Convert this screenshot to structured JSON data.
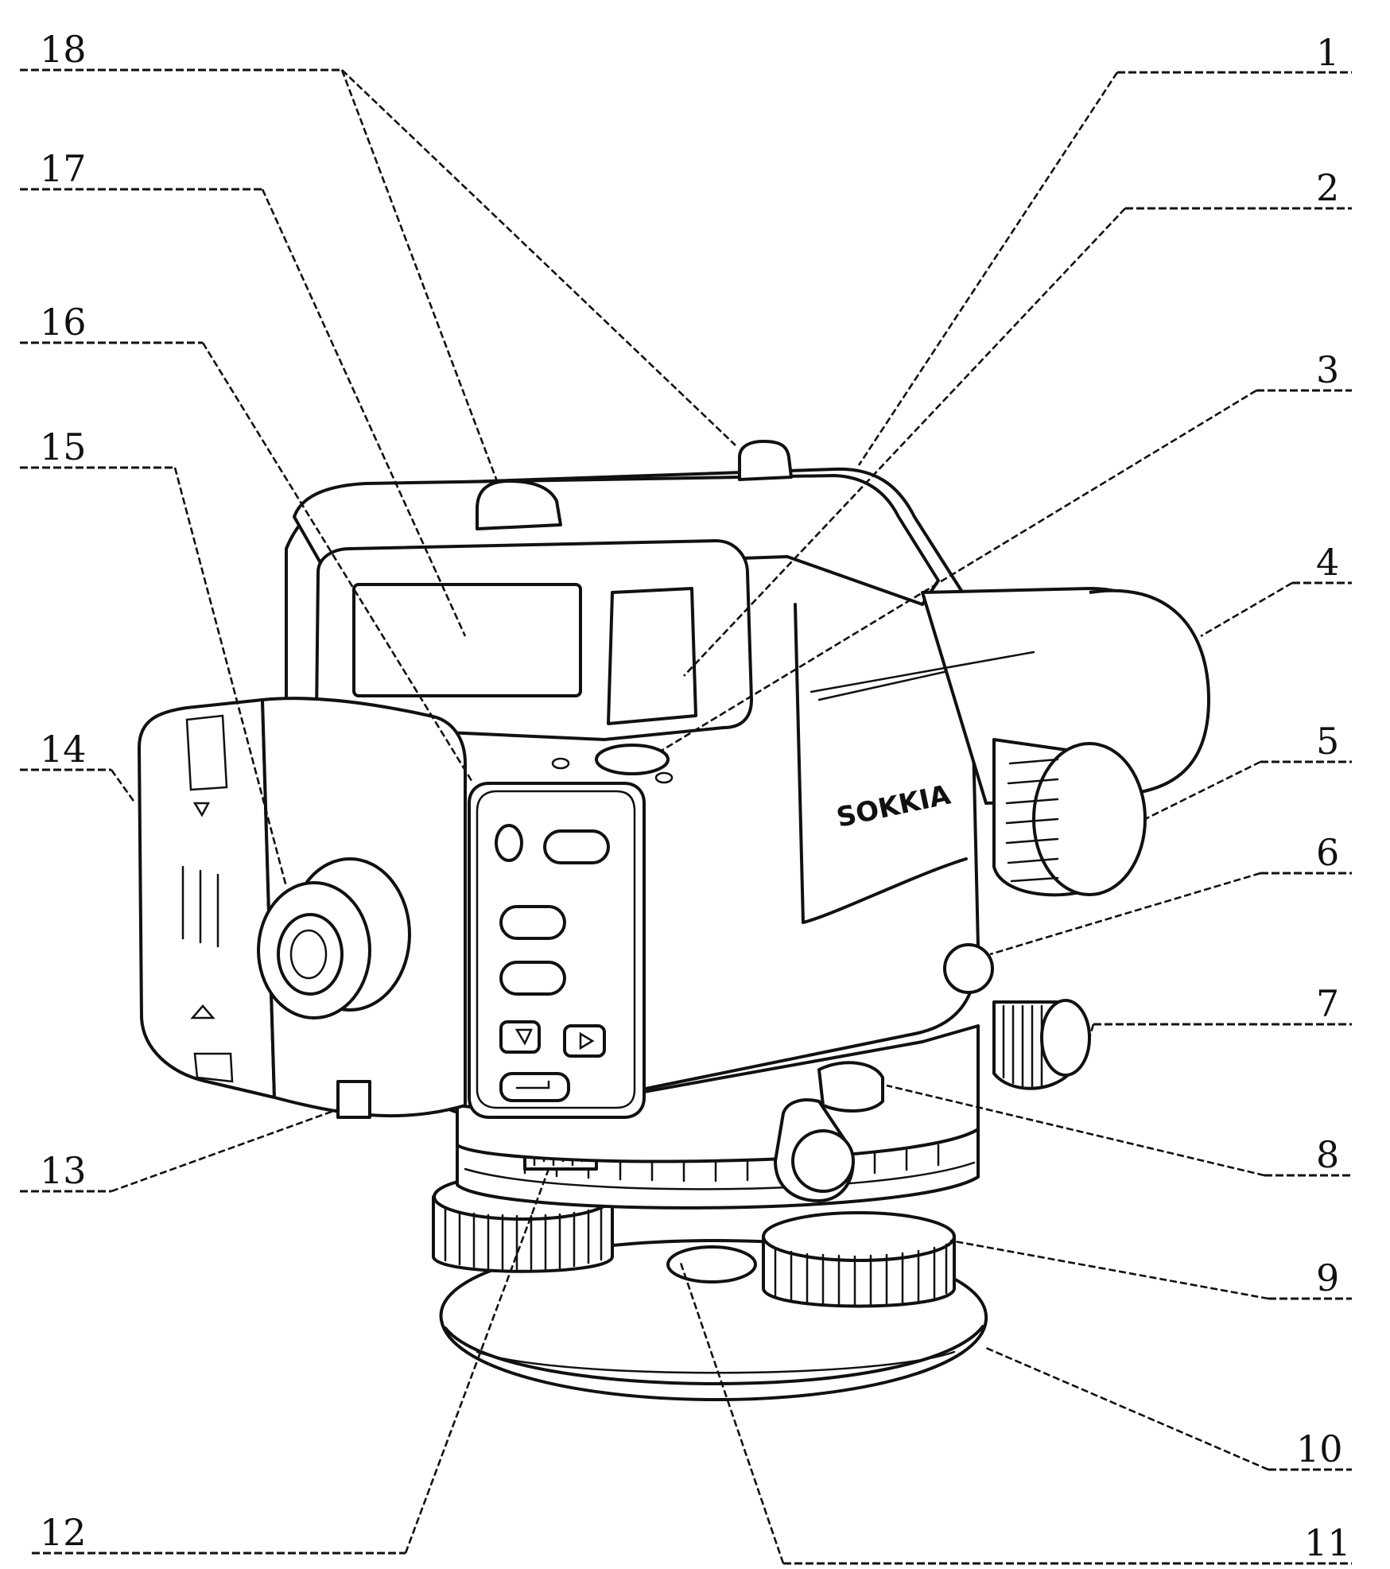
{
  "brand_label": "SOKKIA",
  "callouts": [
    {
      "id": "1",
      "label": "1"
    },
    {
      "id": "2",
      "label": "2"
    },
    {
      "id": "3",
      "label": "3"
    },
    {
      "id": "4",
      "label": "4"
    },
    {
      "id": "5",
      "label": "5"
    },
    {
      "id": "6",
      "label": "6"
    },
    {
      "id": "7",
      "label": "7"
    },
    {
      "id": "8",
      "label": "8"
    },
    {
      "id": "9",
      "label": "9"
    },
    {
      "id": "10",
      "label": "10"
    },
    {
      "id": "11",
      "label": "11"
    },
    {
      "id": "12",
      "label": "12"
    },
    {
      "id": "13",
      "label": "13"
    },
    {
      "id": "14",
      "label": "14"
    },
    {
      "id": "15",
      "label": "15"
    },
    {
      "id": "16",
      "label": "16"
    },
    {
      "id": "17",
      "label": "17"
    },
    {
      "id": "18",
      "label": "18"
    }
  ]
}
